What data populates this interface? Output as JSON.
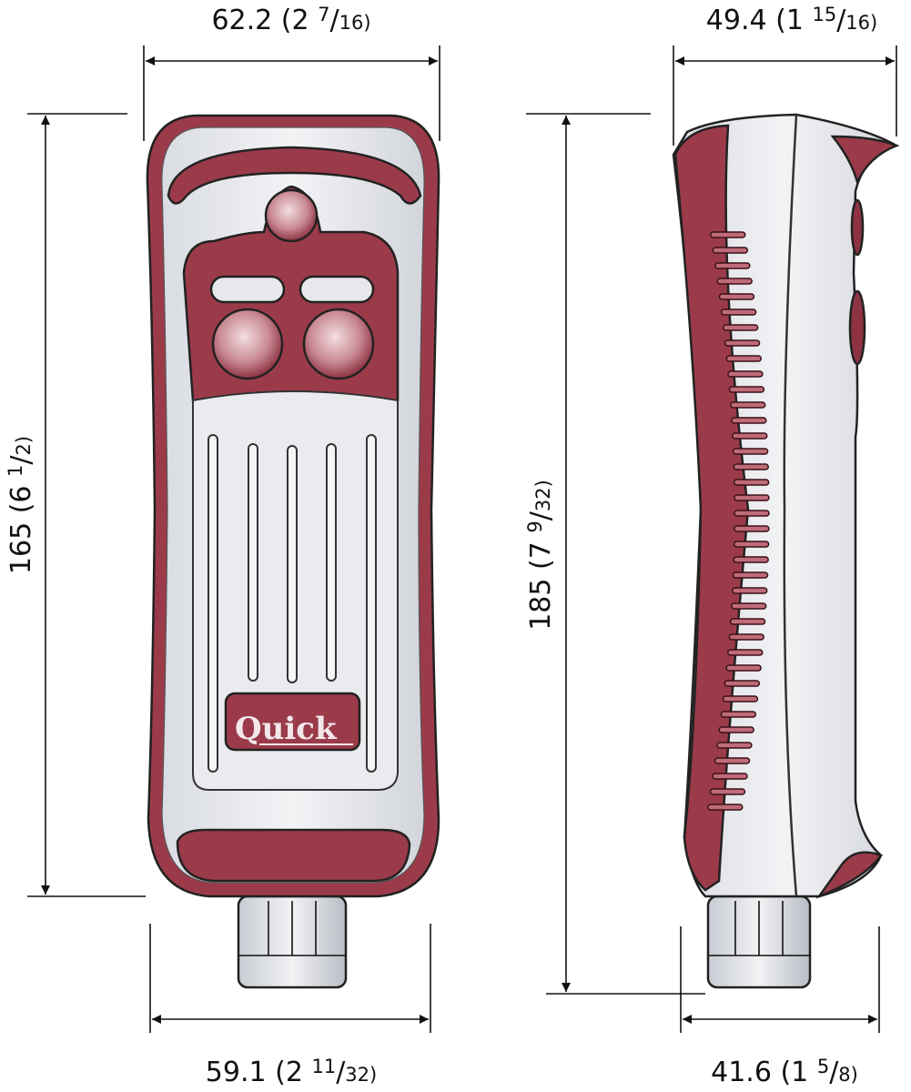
{
  "title": "Handheld remote control dimension drawing",
  "colors": {
    "body": "#e4e6ea",
    "accent": "#9b3b4a",
    "accent_dark": "#7a2a37",
    "outline": "#222222"
  },
  "front_view": {
    "width_top": {
      "value": "62.2",
      "whole": "2",
      "num": "7",
      "den": "16)"
    },
    "height": {
      "value": "165",
      "whole": "6",
      "num": "1",
      "den": "2)"
    },
    "width_bottom": {
      "value": "59.1",
      "whole": "2",
      "num": "11",
      "den": "32)"
    },
    "logo": "Quick"
  },
  "side_view": {
    "depth_top": {
      "value": "49.4",
      "whole": "1",
      "num": "15",
      "den": "16)"
    },
    "height": {
      "value": "185",
      "whole": "7",
      "num": "9",
      "den": "32)"
    },
    "depth_bottom": {
      "value": "41.6",
      "whole": "1",
      "num": "5",
      "den": "8)"
    }
  }
}
